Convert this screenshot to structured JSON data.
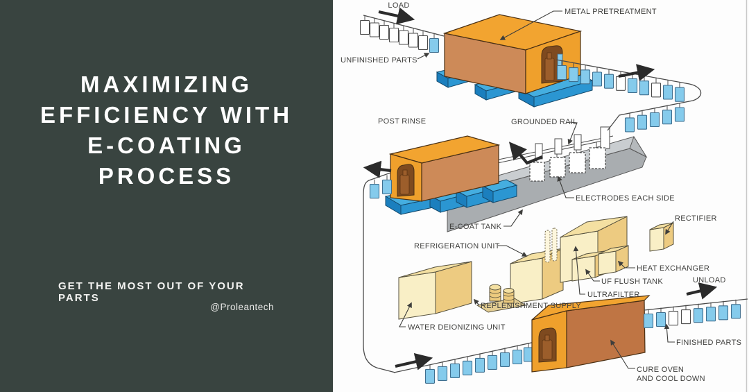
{
  "left_panel": {
    "background_color": "#394440",
    "text_color": "#ffffff",
    "title_lines": [
      "MAXIMIZING",
      "EFFICIENCY WITH",
      "E-COATING",
      "PROCESS"
    ],
    "subtitle": "GET THE MOST OUT OF YOUR PARTS",
    "handle": "@Proleantech"
  },
  "diagram": {
    "background_color": "#ffffff",
    "type": "e-coating process flow illustration",
    "labels": {
      "load": "LOAD",
      "metal_pretreatment": "METAL PRETREATMENT",
      "unfinished_parts": "UNFINISHED PARTS",
      "post_rinse": "POST RINSE",
      "grounded_rail": "GROUNDED RAIL",
      "electrodes_each_side": "ELECTRODES EACH SIDE",
      "e_coat_tank": "E-COAT TANK",
      "refrigeration_unit": "REFRIGERATION UNIT",
      "rectifier": "RECTIFIER",
      "heat_exchanger": "HEAT EXCHANGER",
      "uf_flush_tank": "UF FLUSH TANK",
      "ultrafilter": "ULTRAFILTER",
      "unload": "UNLOAD",
      "replenishment_supply": "REPLENISHMENT SUPPLY",
      "water_deionizing_unit": "WATER DEIONIZING UNIT",
      "finished_parts": "FINISHED PARTS",
      "cure_oven_line1": "CURE OVEN",
      "cure_oven_line2": "AND COOL DOWN"
    },
    "colors": {
      "oven_top_orange": "#f2a430",
      "oven_front_brown": "#cd8a58",
      "cure_oven_front": "#bf7544",
      "arch_interior": "#7e4a1f",
      "part_bottle": "#9c5e2b",
      "support_blue_top": "#45aee0",
      "support_blue_front": "#1b7fbe",
      "hanging_part_blue": "#85cbec",
      "hanging_part_white": "#ffffff",
      "tank_gray_top": "#c9cdd0",
      "tank_gray_front": "#a9adb0",
      "equipment_cream_front": "#f9efc6",
      "equipment_cream_side": "#edcb81",
      "equipment_cream_top": "#f4e0a2",
      "line_color": "#3e3e3c"
    }
  }
}
